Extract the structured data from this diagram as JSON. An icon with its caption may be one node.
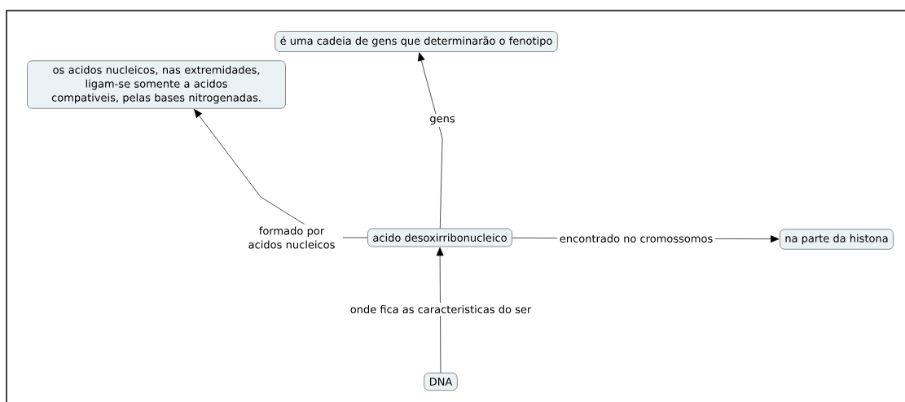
{
  "diagram": {
    "nodes": [
      {
        "text": [
          "os acidos nucleicos, nas extremidades, ligam-se somente a acidos compativeis, pelas bases nitrogenadas."
        ]
      },
      {
        "text": [
          "é uma cadeia de gens que determinarão o fenotipo"
        ]
      },
      {
        "text": [
          "acido desoxirribonucleico"
        ]
      },
      {
        "text": [
          "na parte da histona"
        ]
      },
      {
        "text": [
          "DNA"
        ]
      }
    ],
    "edges": [
      {
        "from": 2,
        "to": 0,
        "arrow": "to",
        "label": "formado por acidos nucleicos"
      },
      {
        "from": 2,
        "to": 1,
        "arrow": "to",
        "label": "gens"
      },
      {
        "from": 2,
        "to": 3,
        "arrow": "to",
        "label": "encontrado no cromossomos"
      },
      {
        "from": 4,
        "to": 2,
        "arrow": "to",
        "label": "onde fica as caracteristicas do ser"
      }
    ]
  }
}
